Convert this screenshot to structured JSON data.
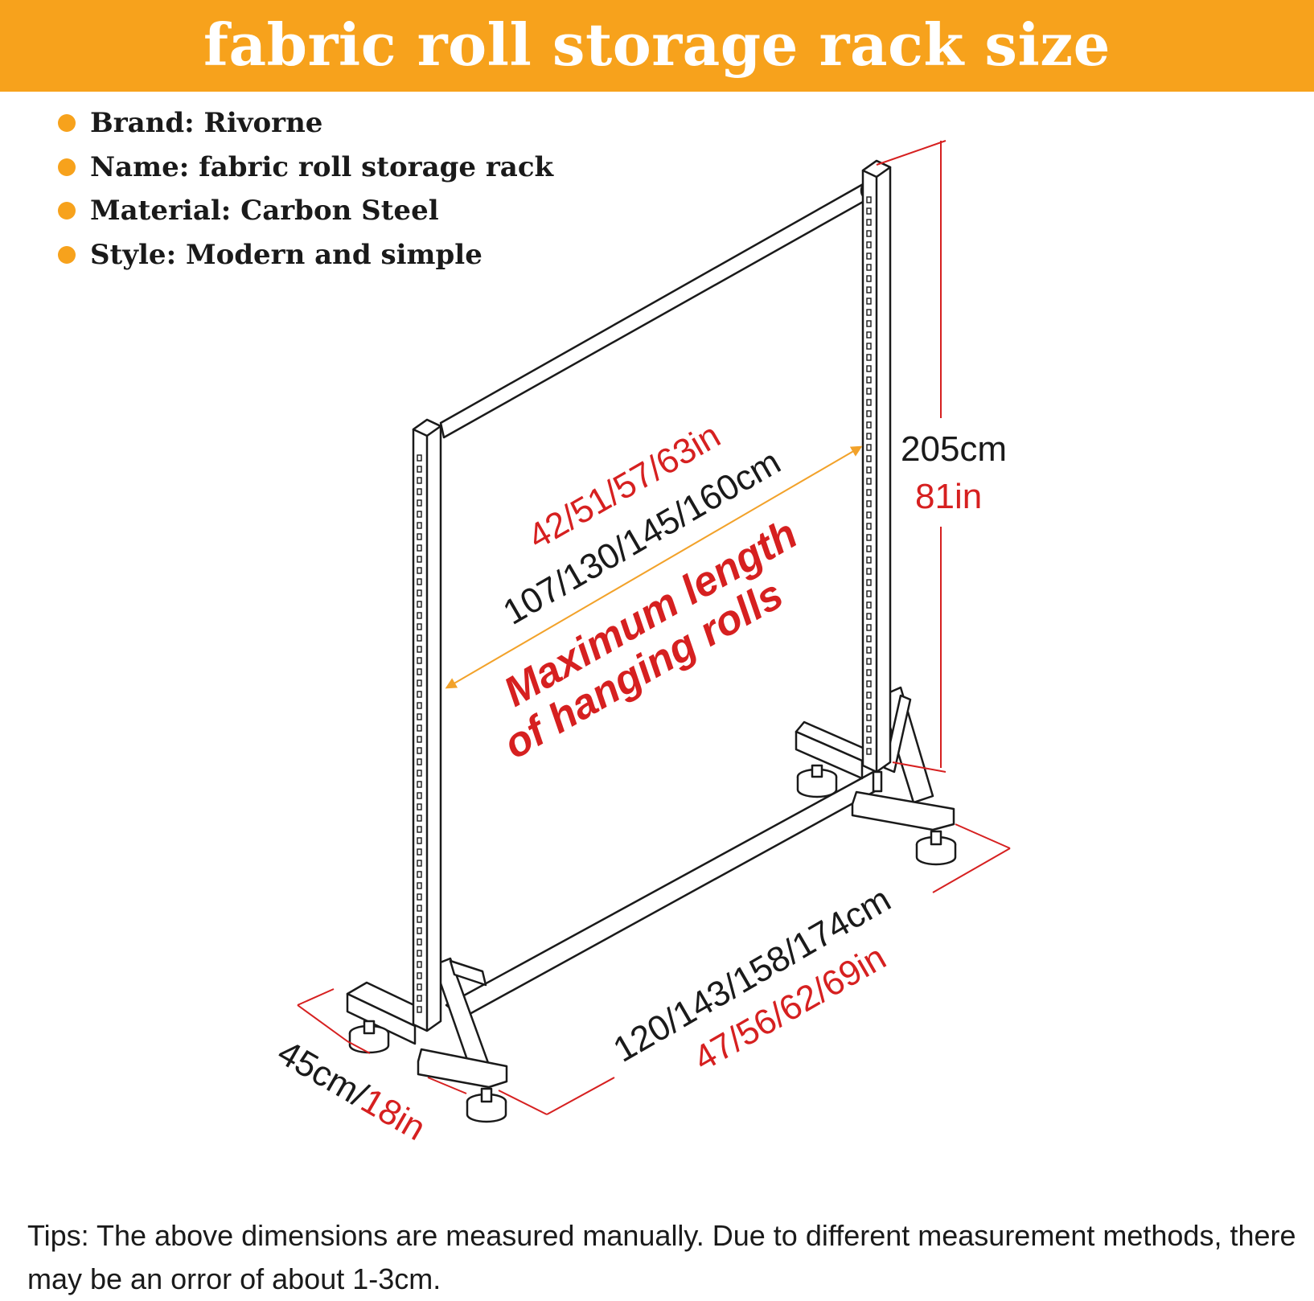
{
  "header": {
    "title": "fabric roll storage rack size"
  },
  "specs": [
    {
      "label": "Brand: Rivorne"
    },
    {
      "label": "Name: fabric roll storage rack"
    },
    {
      "label": "Material: Carbon Steel"
    },
    {
      "label": "Style: Modern and simple"
    }
  ],
  "dimensions": {
    "height_cm": "205cm",
    "height_in": "81in",
    "inner_in": "42/51/57/63in",
    "inner_cm": "107/130/145/160cm",
    "caption_line1": "Maximum length",
    "caption_line2": "of hanging rolls",
    "width_cm": "120/143/158/174cm",
    "width_in": "47/56/62/69in",
    "depth_cm": "45cm/",
    "depth_in": "18in"
  },
  "colors": {
    "banner": "#f7a21c",
    "accent_red": "#d62020",
    "arrow_orange": "#f2a22a",
    "outline": "#1a1a1a"
  },
  "tips": "Tips: The above dimensions are measured manually. Due to different measurement methods, there may be an orror of about 1-3cm."
}
